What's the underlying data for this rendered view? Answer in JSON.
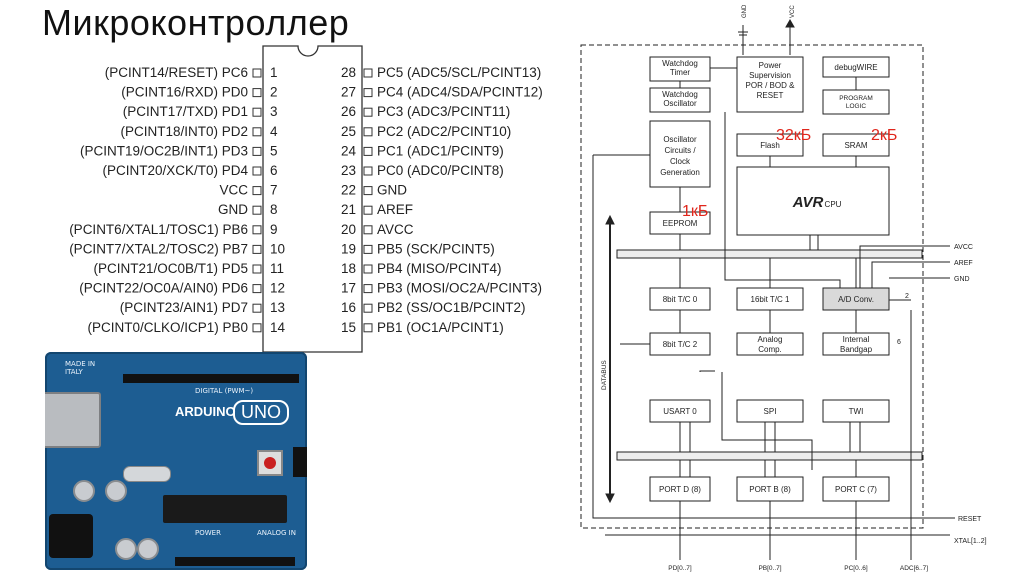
{
  "slide": {
    "title": "Микроконтроллер"
  },
  "pinout": {
    "left_pins": [
      {
        "label": "(PCINT14/RESET) PC6",
        "num": "1"
      },
      {
        "label": "(PCINT16/RXD) PD0",
        "num": "2"
      },
      {
        "label": "(PCINT17/TXD) PD1",
        "num": "3"
      },
      {
        "label": "(PCINT18/INT0) PD2",
        "num": "4"
      },
      {
        "label": "(PCINT19/OC2B/INT1) PD3",
        "num": "5"
      },
      {
        "label": "(PCINT20/XCK/T0) PD4",
        "num": "6"
      },
      {
        "label": "VCC",
        "num": "7"
      },
      {
        "label": "GND",
        "num": "8"
      },
      {
        "label": "(PCINT6/XTAL1/TOSC1) PB6",
        "num": "9"
      },
      {
        "label": "(PCINT7/XTAL2/TOSC2) PB7",
        "num": "10"
      },
      {
        "label": "(PCINT21/OC0B/T1) PD5",
        "num": "11"
      },
      {
        "label": "(PCINT22/OC0A/AIN0) PD6",
        "num": "12"
      },
      {
        "label": "(PCINT23/AIN1) PD7",
        "num": "13"
      },
      {
        "label": "(PCINT0/CLKO/ICP1) PB0",
        "num": "14"
      }
    ],
    "right_pins": [
      {
        "label": "PC5 (ADC5/SCL/PCINT13)",
        "num": "28"
      },
      {
        "label": "PC4 (ADC4/SDA/PCINT12)",
        "num": "27"
      },
      {
        "label": "PC3 (ADC3/PCINT11)",
        "num": "26"
      },
      {
        "label": "PC2 (ADC2/PCINT10)",
        "num": "25"
      },
      {
        "label": "PC1 (ADC1/PCINT9)",
        "num": "24"
      },
      {
        "label": "PC0 (ADC0/PCINT8)",
        "num": "23"
      },
      {
        "label": "GND",
        "num": "22"
      },
      {
        "label": "AREF",
        "num": "21"
      },
      {
        "label": "AVCC",
        "num": "20"
      },
      {
        "label": "PB5 (SCK/PCINT5)",
        "num": "19"
      },
      {
        "label": "PB4 (MISO/PCINT4)",
        "num": "18"
      },
      {
        "label": "PB3 (MOSI/OC2A/PCINT3)",
        "num": "17"
      },
      {
        "label": "PB2 (SS/OC1B/PCINT2)",
        "num": "16"
      },
      {
        "label": "PB1 (OC1A/PCINT1)",
        "num": "15"
      }
    ]
  },
  "board": {
    "made_in": "MADE IN ITALY",
    "brand": "ARDUINO",
    "model": "UNO",
    "digital": "DIGITAL (PWM~)",
    "power": "POWER",
    "analog": "ANALOG IN"
  },
  "block": {
    "gnd": "GND",
    "vcc": "VCC",
    "watchdog_timer": "Watchdog Timer",
    "watchdog_osc": "Watchdog Oscillator",
    "power_sup": "Power Supervision POR / BOD & RESET",
    "debugwire": "debugWIRE",
    "prog_logic": "PROGRAM LOGIC",
    "osc_circuits": "Oscillator Circuits / Clock Generation",
    "flash": "Flash",
    "sram": "SRAM",
    "flash_size": "32кБ",
    "sram_size": "2кБ",
    "avr": "AVR",
    "cpu": "CPU",
    "eeprom": "EEPROM",
    "eeprom_size": "1кБ",
    "avcc": "AVCC",
    "aref": "AREF",
    "gnd_r": "GND",
    "tc0": "8bit T/C 0",
    "tc1": "16bit T/C 1",
    "adc": "A/D Conv.",
    "tc2": "8bit T/C 2",
    "analog_comp": "Analog Comp.",
    "bandgap": "Internal Bandgap",
    "usart": "USART 0",
    "spi": "SPI",
    "twi": "TWI",
    "portd": "PORT D (8)",
    "portb": "PORT B (8)",
    "portc": "PORT C (7)",
    "databus": "DATABUS",
    "reset": "RESET",
    "xtal": "XTAL[1..2]",
    "pd": "PD[0..7]",
    "pb": "PB[0..7]",
    "pc": "PC[0..6]",
    "adc_pins": "ADC[6..7]",
    "n2": "2",
    "n6": "6"
  },
  "colors": {
    "accent_red": "#e0261c",
    "board_blue": "#1d5d92",
    "adc_fill": "#d9d9d9"
  }
}
